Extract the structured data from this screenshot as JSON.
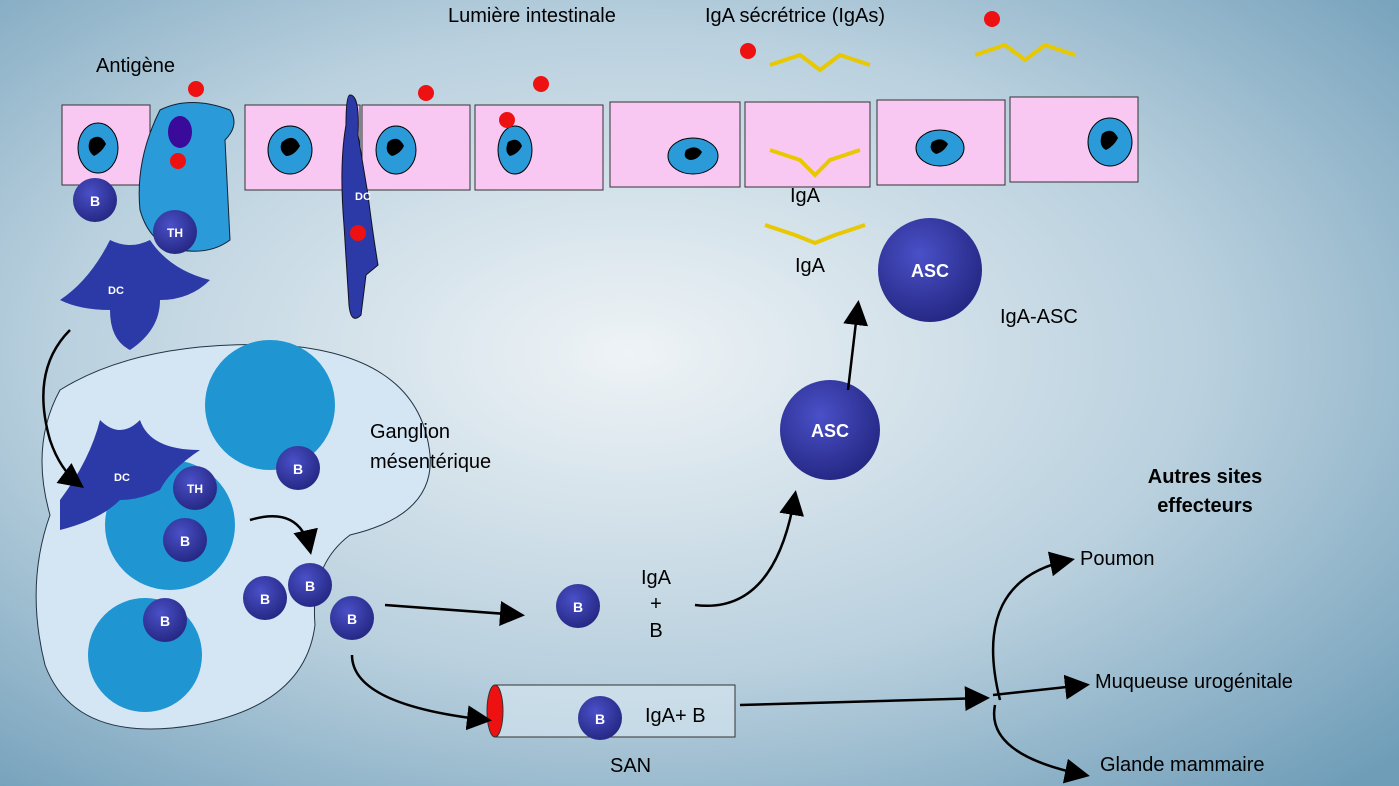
{
  "labels": {
    "lumen": "Lumière intestinale",
    "secretory_iga": "IgA sécrétrice (IgAs)",
    "antigen": "Antigène",
    "iga_1": "IgA",
    "iga_2": "IgA",
    "iga_asc": "IgA-ASC",
    "ganglion_line1": "Ganglion",
    "ganglion_line2": "mésentérique",
    "other_sites_line1": "Autres sites",
    "other_sites_line2": "effecteurs",
    "lung": "Poumon",
    "urogenital": "Muqueuse urogénitale",
    "mammary": "Glande mammaire",
    "iga_b_line1": "IgA",
    "iga_b_line2": "+",
    "iga_b_line3": "B",
    "vessel_cell": "IgA+ B",
    "san": "SAN"
  },
  "cell_labels": {
    "dc": "DC",
    "th": "TH",
    "b": "B",
    "asc": "ASC"
  },
  "colors": {
    "epithelium": "#f8c8f2",
    "nucleus": "#2a9ad8",
    "cell_dark": "#2c2f9c",
    "antigen": "#ee1111",
    "lymph_node": "#d4e6f4",
    "follicle": "#1f96d2"
  }
}
